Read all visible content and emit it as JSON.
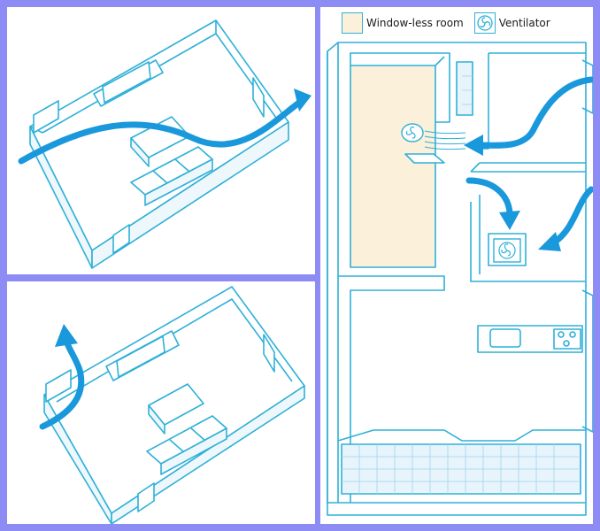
{
  "legend": {
    "windowless_room_label": "Window-less room",
    "ventilator_label": "Ventilator"
  },
  "colors": {
    "outline": "#2fb0d8",
    "arrow": "#1a98dc",
    "room_fill": "#fbf0d9",
    "border": "#8d8cf5"
  },
  "icons": [
    "ventilator-fan-icon",
    "airflow-arrow"
  ]
}
